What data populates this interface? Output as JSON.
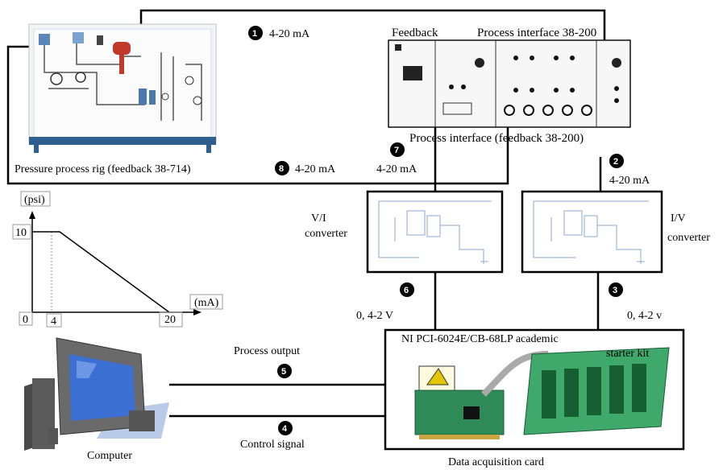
{
  "labels": {
    "rig": "Pressure process rig (feedback 38-714)",
    "feedback": "Feedback",
    "process_interface_top": "Process interface 38-200",
    "process_interface_bottom": "Process interface (feedback 38-200)",
    "vi_converter_line1": "V/I",
    "vi_converter_line2": "converter",
    "iv_converter_line1": "I/V",
    "iv_converter_line2": "converter",
    "daq_title_line1": "NI PCI-6024E/CB-68LP academic",
    "daq_title_line2": "starter kit",
    "daq_caption": "Data acquisition card",
    "computer": "Computer",
    "process_output": "Process output",
    "control_signal": "Control signal"
  },
  "signals": [
    {
      "num": "1",
      "text": "4-20 mA"
    },
    {
      "num": "2",
      "text": "4-20 mA"
    },
    {
      "num": "3",
      "text": "0, 4-2 v"
    },
    {
      "num": "4",
      "text": ""
    },
    {
      "num": "5",
      "text": ""
    },
    {
      "num": "6",
      "text": "0, 4-2 V"
    },
    {
      "num": "7",
      "text": "4-20 mA"
    },
    {
      "num": "8",
      "text": "4-20 mA"
    }
  ],
  "graph": {
    "y_unit": "(psi)",
    "x_unit": "(mA)",
    "y_tick": "10",
    "origin": "0",
    "x_tick_start": "4",
    "x_tick_end": "20"
  },
  "chart_data": {
    "type": "line",
    "x": [
      0,
      4,
      20
    ],
    "y": [
      10,
      10,
      0
    ],
    "xlabel": "(mA)",
    "ylabel": "(psi)",
    "xticks": [
      "0",
      "4",
      "20"
    ],
    "yticks": [
      "10"
    ]
  },
  "colors": {
    "wire": "#000000",
    "rig_blue": "#5a87b8",
    "valve_red": "#c0392b",
    "circuit": "#8da9d6",
    "board_green": "#2e8b57",
    "monitor_blue": "#3b6fd1"
  }
}
